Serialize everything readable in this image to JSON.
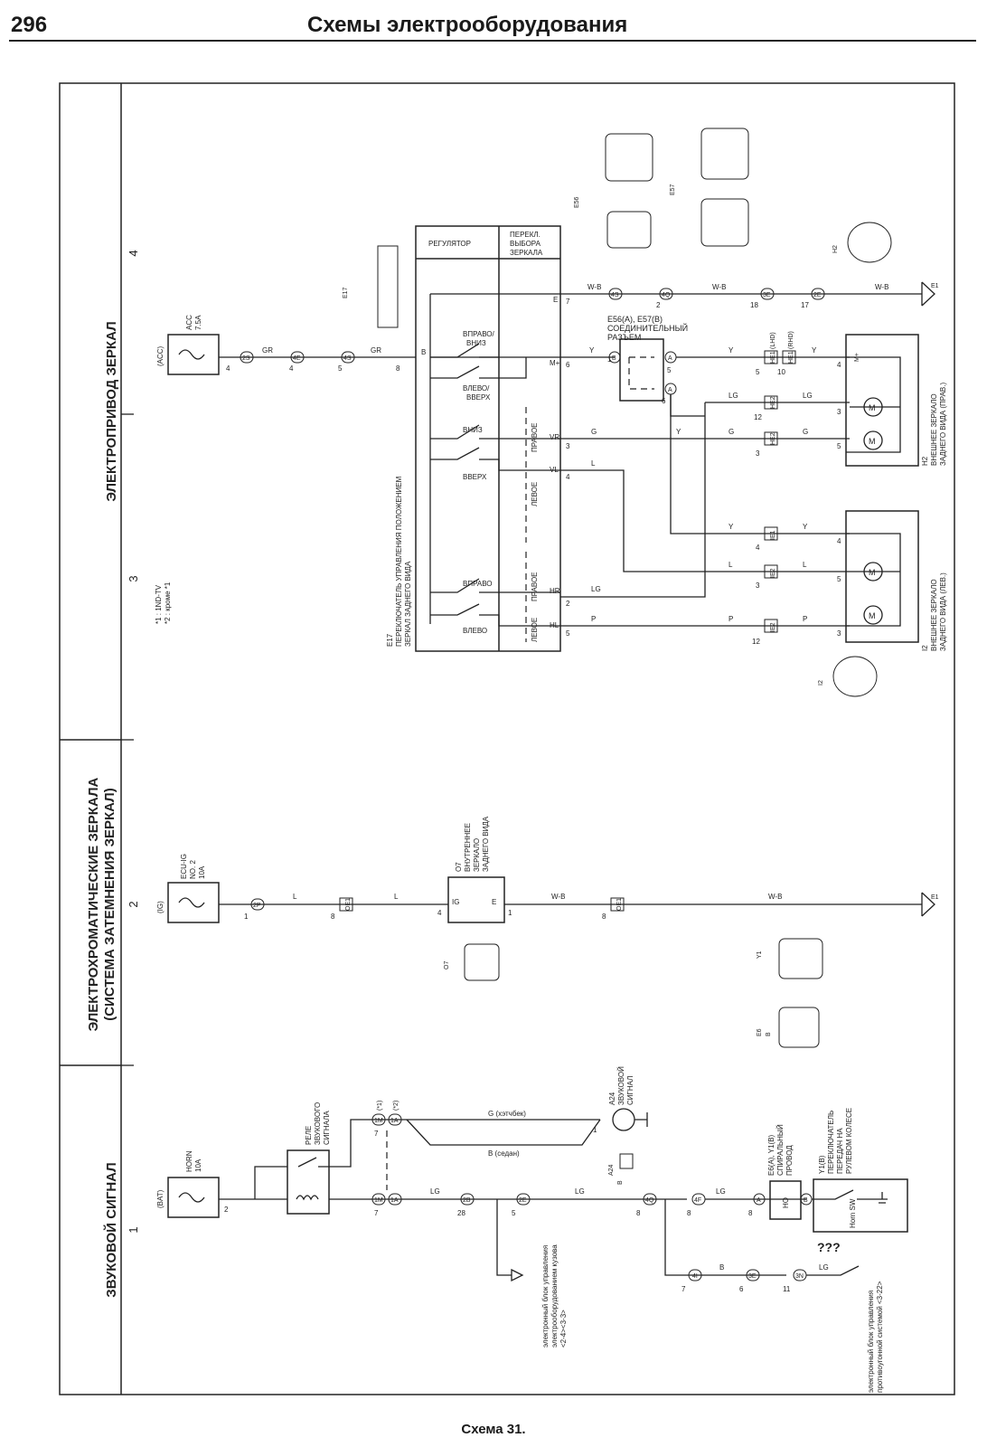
{
  "header": {
    "page_number": "296",
    "title": "Схемы электрооборудования"
  },
  "caption": "Схема 31.",
  "sections": {
    "mirror_drive": "ЭЛЕКТРОПРИВОД ЗЕРКАЛ",
    "electrochromic_1": "ЭЛЕКТРОХРОМАТИЧЕСКИЕ ЗЕРКАЛА",
    "electrochromic_2": "(СИСТЕМА ЗАТЕМНЕНИЯ ЗЕРКАЛ)",
    "horn": "ЗВУКОВОЙ СИГНАЛ"
  },
  "grid": {
    "c1": "1",
    "c2": "2",
    "c3": "3",
    "c4": "4"
  },
  "notes": {
    "n1": "*1 : 1ND-TV",
    "n2": "*2 : кроме *1"
  },
  "fuses": {
    "acc_src": "(ACC)",
    "acc_name": "ACC",
    "acc_val": "7.5A",
    "ig_src": "(IG)",
    "ig_name": "ECU-IG",
    "ig_no": "NO. 2",
    "ig_val": "10A",
    "bat_src": "(BAT)",
    "horn_name": "HORN",
    "horn_val": "10A"
  },
  "switch_e17": {
    "regulator": "РЕГУЛЯТОР",
    "sel1": "ПЕРЕКЛ.",
    "sel2": "ВЫБОРА",
    "sel3": "ЗЕРКАЛА",
    "right_down1": "ВПРАВО/",
    "right_down2": "ВНИЗ",
    "left_up1": "ВЛЕВО/",
    "left_up2": "ВВЕРХ",
    "down": "ВНИЗ",
    "up": "ВВЕРХ",
    "right": "ВПРАВО",
    "left": "ВЛЕВО",
    "right_pos": "ПРАВОЕ",
    "left_pos": "ЛЕВОЕ",
    "right_pos2": "ПРАВОЕ",
    "left_pos2": "ЛЕВОЕ",
    "label1": "E17",
    "label2": "ПЕРЕКЛЮЧАТЕЛЬ УПРАВЛЕНИЯ ПОЛОЖЕНИЕМ",
    "label3": "ЗЕРКАЛ ЗАДНЕГО ВИДА",
    "pin_b": "B",
    "pin_e": "E",
    "pin_mplus": "M+",
    "pin_vr": "VR",
    "pin_vl": "VL",
    "pin_hr": "HR",
    "pin_hl": "HL"
  },
  "junction": {
    "l1": "E56(A), E57(B)",
    "l2": "СОЕДИНИТЕЛЬНЫЙ",
    "l3": "РАЗЪЕМ"
  },
  "mirror_right": {
    "l1": "H2",
    "l2": "ВНЕШНЕЕ ЗЕРКАЛО",
    "l3": "ЗАДНЕГО ВИДА (ПРАВ.)"
  },
  "mirror_left": {
    "l1": "I2",
    "l2": "ВНЕШНЕЕ ЗЕРКАЛО",
    "l3": "ЗАДНЕГО ВИДА (ЛЕВ.)"
  },
  "inner_mirror": {
    "l1": "O7",
    "l2": "ВНУТРЕННЕЕ",
    "l3": "ЗЕРКАЛО",
    "l4": "ЗАДНЕГО ВИДА",
    "pin_ig": "IG",
    "pin_e": "E"
  },
  "horn_relay": {
    "l1": "РЕЛЕ",
    "l2": "ЗВУКОВОГО",
    "l3": "СИГНАЛА"
  },
  "horn_unit": {
    "l1": "A24",
    "l2": "ЗВУКОВОЙ",
    "l3": "СИГНАЛ",
    "code": "A24",
    "sub": "B"
  },
  "spiral": {
    "l1": "E6(A), Y1(B)",
    "l2": "СПИРАЛЬНЫЙ",
    "l3": "ПРОВОД",
    "pin_ho": "HO"
  },
  "horn_switch": {
    "l1": "Y1(B)",
    "l2": "ПЕРЕКЛЮЧАТЕЛЬ",
    "l3": "ПЕРЕДАЧ НА",
    "l4": "РУЛЕВОМ КОЛЕСЕ",
    "sw": "Horn SW",
    "qqq": "???"
  },
  "body_ecu": {
    "l1": "электронный блок управления",
    "l2": "электрооборудованием кузова",
    "l3": "<2-4><3-3>"
  },
  "airbag_ecu": {
    "l1": "электронный блок управления",
    "l2": "противоугонной системой <3-22>"
  },
  "ground": {
    "e1": "E1"
  },
  "wires": {
    "gr": "GR",
    "wb": "W-B",
    "y": "Y",
    "lg": "LG",
    "g": "G",
    "l": "L",
    "p": "P",
    "b": "B",
    "g_hatch": "G (хэтчбек)",
    "b_sedan": "B (седан)"
  },
  "connectors": {
    "c2s": "2S",
    "c4e": "4E",
    "c4s": "4S",
    "c4q": "4Q",
    "c3e": "3E",
    "c2e": "2E",
    "c1b": "B",
    "c5a": "A",
    "c6a": "A",
    "he1a": "HE1",
    "he1b": "HE1",
    "lhd": "(LHD)",
    "rhd": "(RHD)",
    "he2a": "HE2",
    "he2b": "HE2",
    "ie1": "IE1",
    "ie2a": "IE2",
    "ie2b": "IE2",
    "c2p": "2P",
    "oe1a": "OE1",
    "oe1b": "OE1",
    "c1m": "1M",
    "c1a": "1A",
    "c1m2": "1M",
    "c1a2": "1A",
    "st1": "(*1)",
    "st2": "(*2)",
    "c2b": "2B",
    "c2e2": "2E",
    "c4q2": "4Q",
    "c4f": "4F",
    "c8a": "A",
    "c8b": "B",
    "c4i": "4I",
    "c3e2": "3E",
    "c3n": "3N"
  },
  "connector_views": {
    "e56": "E56",
    "e57": "E57",
    "e17": "E17",
    "h2": "H2",
    "i2": "I2",
    "o7": "O7",
    "y1": "Y1",
    "e6": "E6",
    "e6b": "B"
  },
  "pins": {
    "p4": "4",
    "p4b": "4",
    "p5": "5",
    "p8": "8",
    "p7": "7",
    "p2": "2",
    "p6": "6",
    "p3": "3",
    "p4c": "4",
    "p2b": "2",
    "p5b": "5",
    "p1": "1",
    "p5c": "5",
    "p6b": "6",
    "p18": "18",
    "p17": "17",
    "p7b": "7",
    "p5d": "5",
    "p10": "10",
    "p4d": "4",
    "p3b": "3",
    "p12": "12",
    "p3c": "3",
    "p5e": "5",
    "p4e": "4",
    "p4f": "4",
    "p3d": "3",
    "p5f": "5",
    "p12b": "12",
    "p3e": "3",
    "p3f": "3",
    "p1b": "1",
    "p8b": "8",
    "p4g": "4",
    "p1c": "1",
    "p8c": "8",
    "p2c": "2",
    "p7c": "7",
    "p7d": "7",
    "p28": "28",
    "p5g": "5",
    "p8d": "8",
    "p8e": "8",
    "p8f": "8",
    "p1d": "1",
    "p7e": "7",
    "p6c": "6",
    "p11": "11",
    "p1e": "1",
    "p2d": "2",
    "p1f": "1",
    "p2e": "2"
  }
}
